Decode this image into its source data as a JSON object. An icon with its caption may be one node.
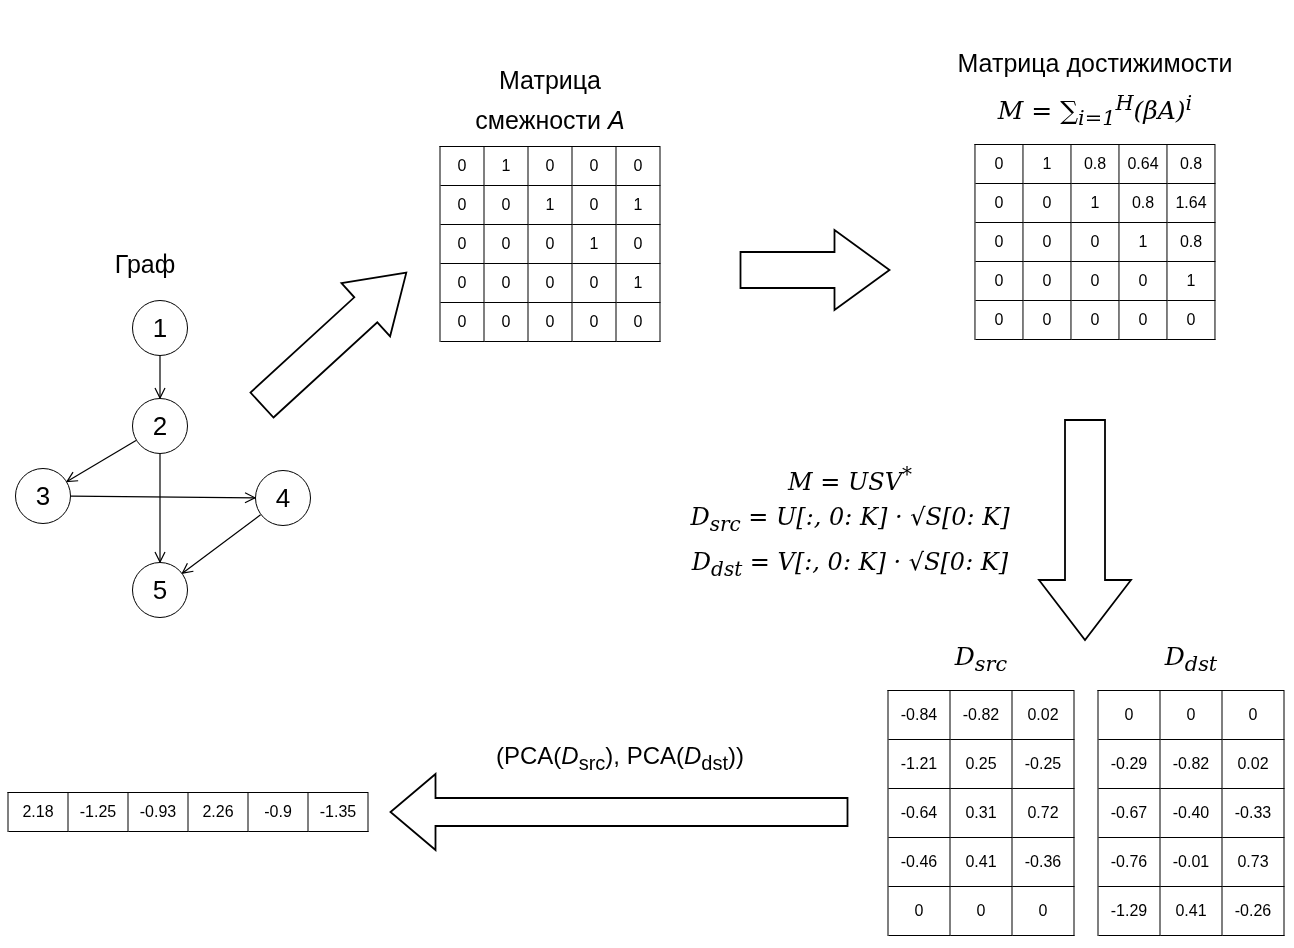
{
  "diagram": {
    "nodes": [
      {
        "text": [
          "1"
        ]
      },
      {
        "text": [
          "2"
        ]
      },
      {
        "text": [
          "3"
        ]
      },
      {
        "text": [
          "4"
        ]
      },
      {
        "text": [
          "5"
        ]
      },
      {
        "text": [
          "Матрица смежности *A*"
        ]
      },
      {
        "text": [
          "0"
        ],
        "in": 5
      },
      {
        "text": [
          "1"
        ],
        "in": 5
      },
      {
        "text": [
          "0"
        ],
        "in": 5
      },
      {
        "text": [
          "0"
        ],
        "in": 5
      },
      {
        "text": [
          "0"
        ],
        "in": 5
      },
      {
        "text": [
          "0"
        ],
        "in": 5
      },
      {
        "text": [
          "0"
        ],
        "in": 5
      },
      {
        "text": [
          "1"
        ],
        "in": 5
      },
      {
        "text": [
          "0"
        ],
        "in": 5
      },
      {
        "text": [
          "1"
        ],
        "in": 5
      },
      {
        "text": [
          "0"
        ],
        "in": 5
      },
      {
        "text": [
          "0"
        ],
        "in": 5
      },
      {
        "text": [
          "0"
        ],
        "in": 5
      },
      {
        "text": [
          "1"
        ],
        "in": 5
      },
      {
        "text": [
          "0"
        ],
        "in": 5
      },
      {
        "text": [
          "0"
        ],
        "in": 5
      },
      {
        "text": [
          "0"
        ],
        "in": 5
      },
      {
        "text": [
          "0"
        ],
        "in": 5
      },
      {
        "text": [
          "0"
        ],
        "in": 5
      },
      {
        "text": [
          "1"
        ],
        "in": 5
      },
      {
        "text": [
          "0"
        ],
        "in": 5
      },
      {
        "text": [
          "0"
        ],
        "in": 5
      },
      {
        "text": [
          "0"
        ],
        "in": 5
      },
      {
        "text": [
          "0"
        ],
        "in": 5
      },
      {
        "text": [
          "0"
        ],
        "in": 5
      },
      {
        "text": [
          "Матрица достижимости",
          "*M* = ∑$_{i=1}$$^{H}$(*βA*)$^{i}$"
        ]
      },
      {
        "text": [
          "0"
        ],
        "in": 31
      },
      {
        "text": [
          "1"
        ],
        "in": 31
      },
      {
        "text": [
          "0.8"
        ],
        "in": 31
      },
      {
        "text": [
          "0.64"
        ],
        "in": 31
      },
      {
        "text": [
          "0.8"
        ],
        "in": 31
      },
      {
        "text": [
          "0"
        ],
        "in": 31
      },
      {
        "text": [
          "0"
        ],
        "in": 31
      },
      {
        "text": [
          "1"
        ],
        "in": 31
      },
      {
        "text": [
          "0.8"
        ],
        "in": 31
      },
      {
        "text": [
          "1.64"
        ],
        "in": 31
      },
      {
        "text": [
          "0"
        ],
        "in": 31
      },
      {
        "text": [
          "0"
        ],
        "in": 31
      },
      {
        "text": [
          "0"
        ],
        "in": 31
      },
      {
        "text": [
          "1"
        ],
        "in": 31
      },
      {
        "text": [
          "0.8"
        ],
        "in": 31
      },
      {
        "text": [
          "0"
        ],
        "in": 31
      },
      {
        "text": [
          "0"
        ],
        "in": 31
      },
      {
        "text": [
          "0"
        ],
        "in": 31
      },
      {
        "text": [
          "0"
        ],
        "in": 31
      },
      {
        "text": [
          "1"
        ],
        "in": 31
      },
      {
        "text": [
          "0"
        ],
        "in": 31
      },
      {
        "text": [
          "0"
        ],
        "in": 31
      },
      {
        "text": [
          "0"
        ],
        "in": 31
      },
      {
        "text": [
          "0"
        ],
        "in": 31
      },
      {
        "text": [
          "0"
        ],
        "in": 31
      },
      {
        "text": [
          "D$_{src}$"
        ]
      },
      {
        "text": [
          "-0.84"
        ],
        "in": 57
      },
      {
        "text": [
          "-0.82"
        ],
        "in": 57
      },
      {
        "text": [
          "0.02"
        ],
        "in": 57
      },
      {
        "text": [
          "-1.21"
        ],
        "in": 57
      },
      {
        "text": [
          "0.25"
        ],
        "in": 57
      },
      {
        "text": [
          "-0.25"
        ],
        "in": 57
      },
      {
        "text": [
          "-0.64"
        ],
        "in": 57
      },
      {
        "text": [
          "0.31"
        ],
        "in": 57
      },
      {
        "text": [
          "0.72"
        ],
        "in": 57
      },
      {
        "text": [
          "-0.46"
        ],
        "in": 57
      },
      {
        "text": [
          "0.41"
        ],
        "in": 57
      },
      {
        "text": [
          "-0.36"
        ],
        "in": 57
      },
      {
        "text": [
          "0"
        ],
        "in": 57
      },
      {
        "text": [
          "0"
        ],
        "in": 57
      },
      {
        "text": [
          "0"
        ],
        "in": 57
      },
      {
        "text": [
          "D$_{dst}$"
        ]
      },
      {
        "text": [
          "0"
        ],
        "in": 73
      },
      {
        "text": [
          "0"
        ],
        "in": 73
      },
      {
        "text": [
          "0"
        ],
        "in": 73
      },
      {
        "text": [
          "-0.29"
        ],
        "in": 73
      },
      {
        "text": [
          "-0.82"
        ],
        "in": 73
      },
      {
        "text": [
          "0.02"
        ],
        "in": 73
      },
      {
        "text": [
          "-0.67"
        ],
        "in": 73
      },
      {
        "text": [
          "-0.40"
        ],
        "in": 73
      },
      {
        "text": [
          "-0.33"
        ],
        "in": 73
      },
      {
        "text": [
          "-0.76"
        ],
        "in": 73
      },
      {
        "text": [
          "-0.01"
        ],
        "in": 73
      },
      {
        "text": [
          "0.73"
        ],
        "in": 73
      },
      {
        "text": [
          "-1.29"
        ],
        "in": 73
      },
      {
        "text": [
          "0.41"
        ],
        "in": 73
      },
      {
        "text": [
          "-0.26"
        ],
        "in": 73
      },
      {
        "text": [],
        "shape": "box"
      },
      {
        "text": [
          "2.18"
        ],
        "in": 89
      },
      {
        "text": [
          "-1.25"
        ],
        "in": 89
      },
      {
        "text": [
          "-0.93"
        ],
        "in": 89
      },
      {
        "text": [
          "2.26"
        ],
        "in": 89
      },
      {
        "text": [
          "-0.9"
        ],
        "in": 89
      },
      {
        "text": [
          "-1.35"
        ],
        "in": 89
      }
    ],
    "edges": [
      {
        "from": 0,
        "to": 1,
        "arrow": "to"
      },
      {
        "from": 1,
        "to": 2,
        "arrow": "to"
      },
      {
        "from": 1,
        "to": 4,
        "arrow": "to"
      },
      {
        "from": 2,
        "to": 3,
        "arrow": "to"
      },
      {
        "from": 3,
        "to": 4,
        "arrow": "to"
      },
      {
        "from": null,
        "to": 5,
        "arrow": "to",
        "style": "thick"
      },
      {
        "from": 5,
        "to": 31,
        "arrow": "to",
        "style": "thick"
      },
      {
        "from": 31,
        "to": 57,
        "arrow": "to",
        "style": "thick"
      },
      {
        "from": 31,
        "to": 73,
        "arrow": "to",
        "style": "thick"
      },
      {
        "from": 57,
        "to": 89,
        "arrow": "to",
        "style": "thick",
        "label": "(PCA(*D*$_{src}$), PCA(*D*$_{dst}$))"
      },
      {
        "from": 73,
        "to": 89,
        "arrow": "to",
        "style": "thick"
      }
    ],
    "labels": [
      "Граф",
      "M = USV$^{*}$",
      "D$_{src}$ = U[:, 0: K] · √S[0: K]",
      "D$_{dst}$ = V[:, 0: K] · √S[0: K]"
    ]
  }
}
